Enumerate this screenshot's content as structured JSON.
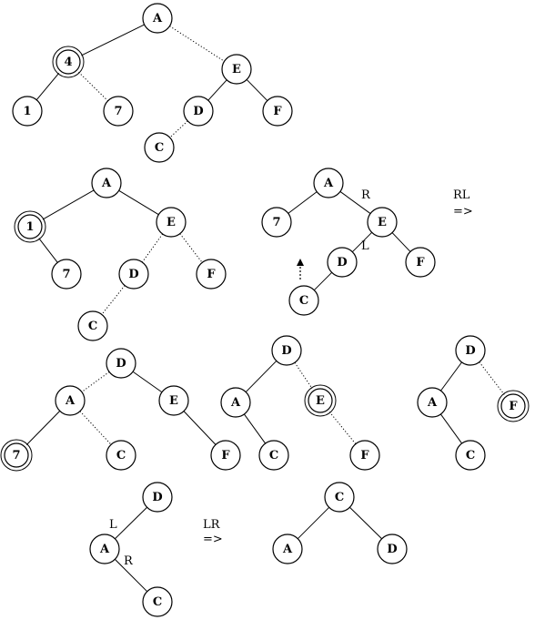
{
  "trees": [
    {
      "id": "t1",
      "nodes": [
        {
          "id": "A",
          "label": "A"
        },
        {
          "id": "4",
          "label": "4",
          "highlight": true
        },
        {
          "id": "E",
          "label": "E"
        },
        {
          "id": "1",
          "label": "1"
        },
        {
          "id": "7",
          "label": "7"
        },
        {
          "id": "D",
          "label": "D"
        },
        {
          "id": "F",
          "label": "F"
        },
        {
          "id": "C",
          "label": "C"
        }
      ],
      "edges": [
        {
          "from": "A",
          "to": "4",
          "style": "solid"
        },
        {
          "from": "A",
          "to": "E",
          "style": "dotted"
        },
        {
          "from": "4",
          "to": "1",
          "style": "solid"
        },
        {
          "from": "4",
          "to": "7",
          "style": "dotted"
        },
        {
          "from": "E",
          "to": "D",
          "style": "solid"
        },
        {
          "from": "E",
          "to": "F",
          "style": "solid"
        },
        {
          "from": "D",
          "to": "C",
          "style": "dotted"
        }
      ]
    },
    {
      "id": "t2",
      "nodes": [
        {
          "id": "A",
          "label": "A"
        },
        {
          "id": "1",
          "label": "1",
          "highlight": true
        },
        {
          "id": "E",
          "label": "E"
        },
        {
          "id": "7",
          "label": "7"
        },
        {
          "id": "D",
          "label": "D"
        },
        {
          "id": "F",
          "label": "F"
        },
        {
          "id": "C",
          "label": "C"
        }
      ],
      "edges": [
        {
          "from": "A",
          "to": "1",
          "style": "solid"
        },
        {
          "from": "A",
          "to": "E",
          "style": "solid"
        },
        {
          "from": "1",
          "to": "7",
          "style": "solid"
        },
        {
          "from": "E",
          "to": "D",
          "style": "dotted"
        },
        {
          "from": "E",
          "to": "F",
          "style": "dotted"
        },
        {
          "from": "D",
          "to": "C",
          "style": "dotted"
        }
      ]
    },
    {
      "id": "t3",
      "nodes": [
        {
          "id": "A",
          "label": "A"
        },
        {
          "id": "7",
          "label": "7"
        },
        {
          "id": "E",
          "label": "E"
        },
        {
          "id": "D",
          "label": "D"
        },
        {
          "id": "F",
          "label": "F"
        },
        {
          "id": "C",
          "label": "C"
        }
      ],
      "edges": [
        {
          "from": "A",
          "to": "7",
          "style": "solid"
        },
        {
          "from": "A",
          "to": "E",
          "style": "solid"
        },
        {
          "from": "E",
          "to": "D",
          "style": "solid"
        },
        {
          "from": "E",
          "to": "F",
          "style": "solid"
        },
        {
          "from": "D",
          "to": "C",
          "style": "solid"
        }
      ]
    },
    {
      "id": "t4",
      "nodes": [
        {
          "id": "D",
          "label": "D"
        },
        {
          "id": "A",
          "label": "A"
        },
        {
          "id": "E",
          "label": "E"
        },
        {
          "id": "7",
          "label": "7",
          "highlight": true
        },
        {
          "id": "C",
          "label": "C"
        },
        {
          "id": "F",
          "label": "F"
        }
      ],
      "edges": [
        {
          "from": "D",
          "to": "A",
          "style": "dotted"
        },
        {
          "from": "D",
          "to": "E",
          "style": "solid"
        },
        {
          "from": "A",
          "to": "7",
          "style": "solid"
        },
        {
          "from": "A",
          "to": "C",
          "style": "dotted"
        },
        {
          "from": "E",
          "to": "F",
          "style": "solid"
        }
      ]
    },
    {
      "id": "t5",
      "nodes": [
        {
          "id": "D",
          "label": "D"
        },
        {
          "id": "A",
          "label": "A"
        },
        {
          "id": "E",
          "label": "E",
          "highlight": true
        },
        {
          "id": "C",
          "label": "C"
        },
        {
          "id": "F",
          "label": "F"
        }
      ],
      "edges": [
        {
          "from": "D",
          "to": "A",
          "style": "solid"
        },
        {
          "from": "D",
          "to": "E",
          "style": "dotted"
        },
        {
          "from": "A",
          "to": "C",
          "style": "solid"
        },
        {
          "from": "E",
          "to": "F",
          "style": "dotted"
        }
      ]
    },
    {
      "id": "t6",
      "nodes": [
        {
          "id": "D",
          "label": "D"
        },
        {
          "id": "A",
          "label": "A"
        },
        {
          "id": "F",
          "label": "F",
          "highlight": true
        },
        {
          "id": "C",
          "label": "C"
        }
      ],
      "edges": [
        {
          "from": "D",
          "to": "A",
          "style": "solid"
        },
        {
          "from": "D",
          "to": "F",
          "style": "dotted"
        },
        {
          "from": "A",
          "to": "C",
          "style": "solid"
        }
      ]
    },
    {
      "id": "t7",
      "nodes": [
        {
          "id": "D",
          "label": "D"
        },
        {
          "id": "A",
          "label": "A"
        },
        {
          "id": "C",
          "label": "C"
        }
      ],
      "edges": [
        {
          "from": "D",
          "to": "A",
          "style": "solid"
        },
        {
          "from": "A",
          "to": "C",
          "style": "solid"
        }
      ]
    },
    {
      "id": "t8",
      "nodes": [
        {
          "id": "C",
          "label": "C"
        },
        {
          "id": "A",
          "label": "A"
        },
        {
          "id": "D",
          "label": "D"
        }
      ],
      "edges": [
        {
          "from": "C",
          "to": "A",
          "style": "solid"
        },
        {
          "from": "C",
          "to": "D",
          "style": "solid"
        }
      ]
    }
  ],
  "annotations": [
    {
      "id": "t3-r",
      "text": "R"
    },
    {
      "id": "t3-l",
      "text": "L"
    },
    {
      "id": "rl-label",
      "text": "RL"
    },
    {
      "id": "rl-arrow",
      "text": "=>"
    },
    {
      "id": "t7-l",
      "text": "L"
    },
    {
      "id": "t7-r",
      "text": "R"
    },
    {
      "id": "lr-label",
      "text": "LR"
    },
    {
      "id": "lr-arrow",
      "text": "=>"
    }
  ]
}
